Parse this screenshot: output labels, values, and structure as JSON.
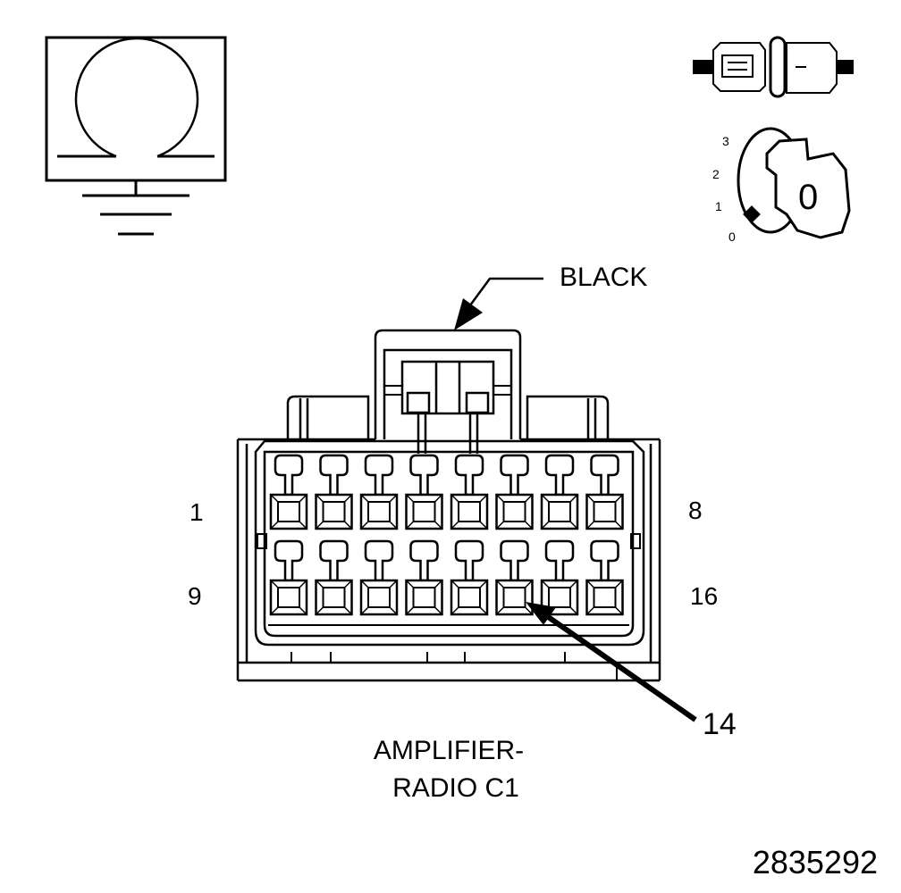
{
  "connector": {
    "color_callout": "BLACK",
    "name_line1": "AMPLIFIER-",
    "name_line2": "RADIO C1",
    "row1_left_pin": "1",
    "row1_right_pin": "8",
    "row2_left_pin": "9",
    "row2_right_pin": "16",
    "callout_pin": "14",
    "cavities_per_row": 8,
    "rows": 2
  },
  "ignition_switch": {
    "positions": [
      "3",
      "2",
      "1",
      "0"
    ],
    "key_label": "0"
  },
  "figure_number": "2835292",
  "icons": {
    "meter": "ohmmeter-ground-icon",
    "disconnect": "connector-disconnect-icon",
    "ignition": "ignition-key-off-icon"
  },
  "colors": {
    "line": "#000000",
    "background": "#ffffff"
  }
}
